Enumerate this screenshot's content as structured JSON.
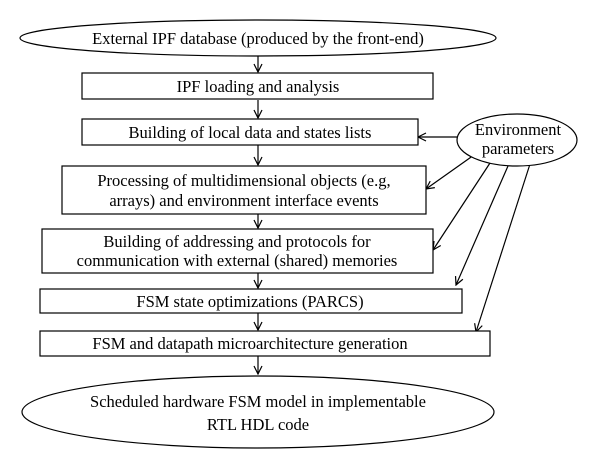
{
  "diagram": {
    "title": "",
    "nodes": {
      "external_db": {
        "lines": [
          "External IPF database (produced by the front-end)"
        ]
      },
      "ipf_loading": {
        "lines": [
          "IPF loading and analysis"
        ]
      },
      "local_data": {
        "lines": [
          "Building of local data and states lists"
        ]
      },
      "multidim": {
        "lines": [
          "Processing of multidimensional objects (e.g,",
          "arrays) and environment interface events"
        ]
      },
      "addressing": {
        "lines": [
          "Building of addressing and protocols for",
          "communication with external (shared) memories"
        ]
      },
      "fsm_opt": {
        "lines": [
          "FSM state optimizations (PARCS)"
        ]
      },
      "fsm_datapath": {
        "lines": [
          "FSM and datapath microarchitecture generation"
        ]
      },
      "scheduled_model": {
        "lines": [
          "Scheduled hardware FSM model in implementable",
          "RTL HDL code"
        ]
      },
      "env_params": {
        "lines": [
          "Environment",
          "parameters"
        ]
      }
    },
    "edges": [
      {
        "from": "external_db",
        "to": "ipf_loading"
      },
      {
        "from": "ipf_loading",
        "to": "local_data"
      },
      {
        "from": "local_data",
        "to": "multidim"
      },
      {
        "from": "multidim",
        "to": "addressing"
      },
      {
        "from": "addressing",
        "to": "fsm_opt"
      },
      {
        "from": "fsm_opt",
        "to": "fsm_datapath"
      },
      {
        "from": "fsm_datapath",
        "to": "scheduled_model"
      },
      {
        "from": "env_params",
        "to": "local_data"
      },
      {
        "from": "env_params",
        "to": "multidim"
      },
      {
        "from": "env_params",
        "to": "addressing"
      },
      {
        "from": "env_params",
        "to": "fsm_opt"
      },
      {
        "from": "env_params",
        "to": "fsm_datapath"
      }
    ],
    "colors": {
      "stroke": "#000000",
      "fill": "#ffffff",
      "text": "#000000"
    }
  }
}
